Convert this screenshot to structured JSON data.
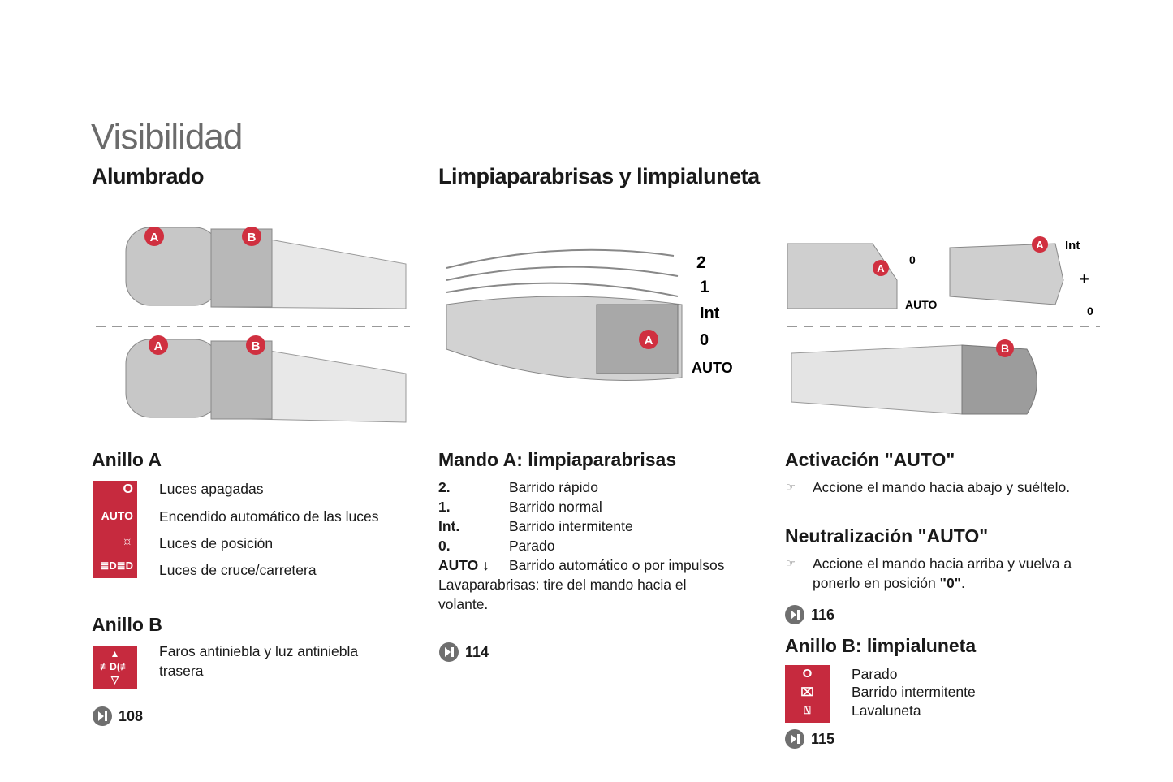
{
  "page_title": "Visibilidad",
  "lighting": {
    "title": "Alumbrado",
    "illus": {
      "a": "A",
      "b": "B"
    },
    "ring_a": {
      "title": "Anillo A",
      "icons": {
        "off": "O",
        "auto": "AUTO"
      },
      "items": [
        "Luces apagadas",
        "Encendido automático de las luces",
        "Luces de posición",
        "Luces de cruce/carretera"
      ]
    },
    "ring_b": {
      "title": "Anillo B",
      "items": [
        "Faros antiniebla y luz antiniebla trasera"
      ]
    },
    "ref": "108"
  },
  "wipers": {
    "title": "Limpiaparabrisas y limpialuneta",
    "illus": {
      "a": "A",
      "positions": [
        "2",
        "1",
        "Int",
        "0",
        "AUTO"
      ]
    },
    "control_a": {
      "title": "Mando A: limpiaparabrisas",
      "rows": [
        {
          "k": "2.",
          "v": "Barrido rápido"
        },
        {
          "k": "1.",
          "v": "Barrido normal"
        },
        {
          "k": "Int.",
          "v": "Barrido intermitente"
        },
        {
          "k": "0.",
          "v": "Parado"
        },
        {
          "k": "AUTO ↓",
          "v": "Barrido automático o por impulsos"
        }
      ],
      "note": "Lavaparabrisas: tire del mando hacia el volante."
    },
    "ref": "114"
  },
  "auto": {
    "illus": {
      "a": "A",
      "b": "B",
      "zero": "0",
      "auto": "AUTO",
      "int": "Int",
      "plus": "+"
    },
    "activation": {
      "title": "Activación \"AUTO\"",
      "text": "Accione el mando hacia abajo y suéltelo."
    },
    "neutral": {
      "title": "Neutralización \"AUTO\"",
      "text": "Accione el mando hacia arriba y vuelva a ponerlo en posición",
      "bold": "\"0\"",
      "ref": "116"
    },
    "ring_b": {
      "title": "Anillo B: limpialuneta",
      "icons": {
        "off": "O"
      },
      "items": [
        "Parado",
        "Barrido intermitente",
        "Lavaluneta"
      ],
      "ref": "115"
    }
  },
  "colors": {
    "red": "#c62a3e",
    "grey": "#6b6b6b"
  }
}
